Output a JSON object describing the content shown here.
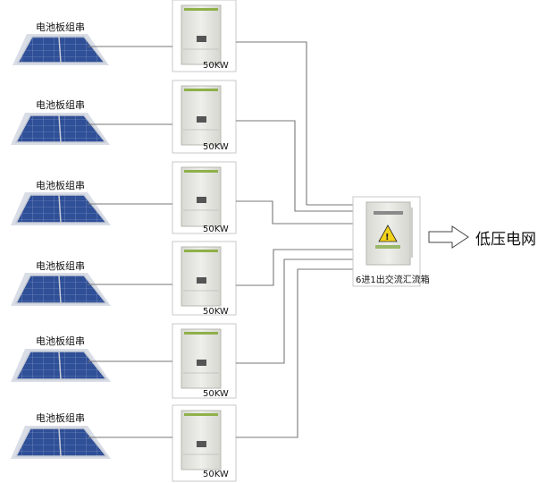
{
  "solar_strings": [
    {
      "label": "电池板组串"
    },
    {
      "label": "电池板组串"
    },
    {
      "label": "电池板组串"
    },
    {
      "label": "电池板组串"
    },
    {
      "label": "电池板组串"
    },
    {
      "label": "电池板组串"
    }
  ],
  "inverters": [
    {
      "rating": "50KW"
    },
    {
      "rating": "50KW"
    },
    {
      "rating": "50KW"
    },
    {
      "rating": "50KW"
    },
    {
      "rating": "50KW"
    },
    {
      "rating": "50KW"
    }
  ],
  "combiner_box": {
    "label": "6进1出交流汇流箱"
  },
  "grid": {
    "label": "低压电网"
  },
  "colors": {
    "panel": "#2f4f97",
    "panel_frame": "#c8ccd6",
    "wire": "#777777",
    "cabinet": "#e7e7e2",
    "warning": "#f2d21b"
  }
}
